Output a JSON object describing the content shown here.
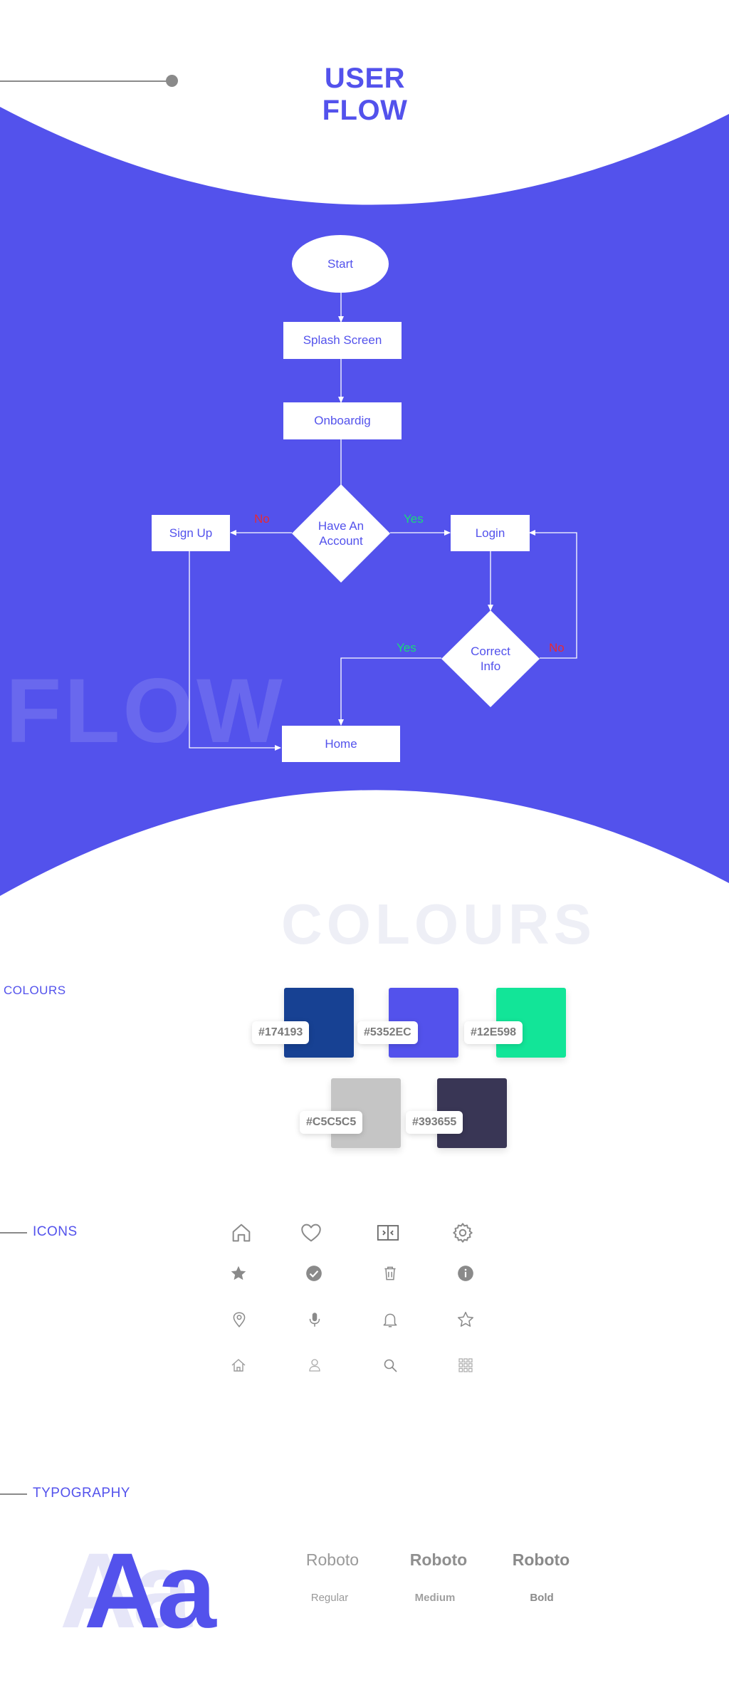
{
  "header": {
    "title": "USER FLOW"
  },
  "flow": {
    "watermark": "FLOW",
    "nodes": {
      "start": "Start",
      "splash": "Splash Screen",
      "onboarding": "Onboardig",
      "have_account": "Have An Account",
      "signup": "Sign Up",
      "login": "Login",
      "correct_info": "Correct Info",
      "home": "Home"
    },
    "labels": {
      "no_left": "No",
      "yes_right": "Yes",
      "yes_home": "Yes",
      "no_login": "No"
    },
    "colors": {
      "band": "#5352EC",
      "node": "#FFFFFF",
      "yes": "#19D97A",
      "no": "#E62A35"
    }
  },
  "colours": {
    "watermark": "COLOURS",
    "label": "COLOURS",
    "swatches": [
      {
        "hex": "#174193",
        "color": "#174193"
      },
      {
        "hex": "#5352EC",
        "color": "#5352EC"
      },
      {
        "hex": "#12E598",
        "color": "#12E598"
      },
      {
        "hex": "#C5C5C5",
        "color": "#C5C5C5"
      },
      {
        "hex": "#393655",
        "color": "#393655"
      }
    ]
  },
  "icons": {
    "label": "ICONS",
    "names": [
      "home-icon",
      "heart-icon",
      "split-view-icon",
      "gear-icon",
      "star-filled-icon",
      "check-circle-icon",
      "trash-icon",
      "info-icon",
      "map-pin-icon",
      "microphone-icon",
      "bell-icon",
      "star-outline-icon",
      "home-small-icon",
      "user-icon",
      "search-icon",
      "grid-icon"
    ]
  },
  "typography": {
    "label": "TYPOGRAPHY",
    "sample": "Aa",
    "fonts": [
      {
        "name": "Roboto",
        "weight": "Regular"
      },
      {
        "name": "Roboto",
        "weight": "Medium"
      },
      {
        "name": "Roboto",
        "weight": "Bold"
      }
    ]
  }
}
